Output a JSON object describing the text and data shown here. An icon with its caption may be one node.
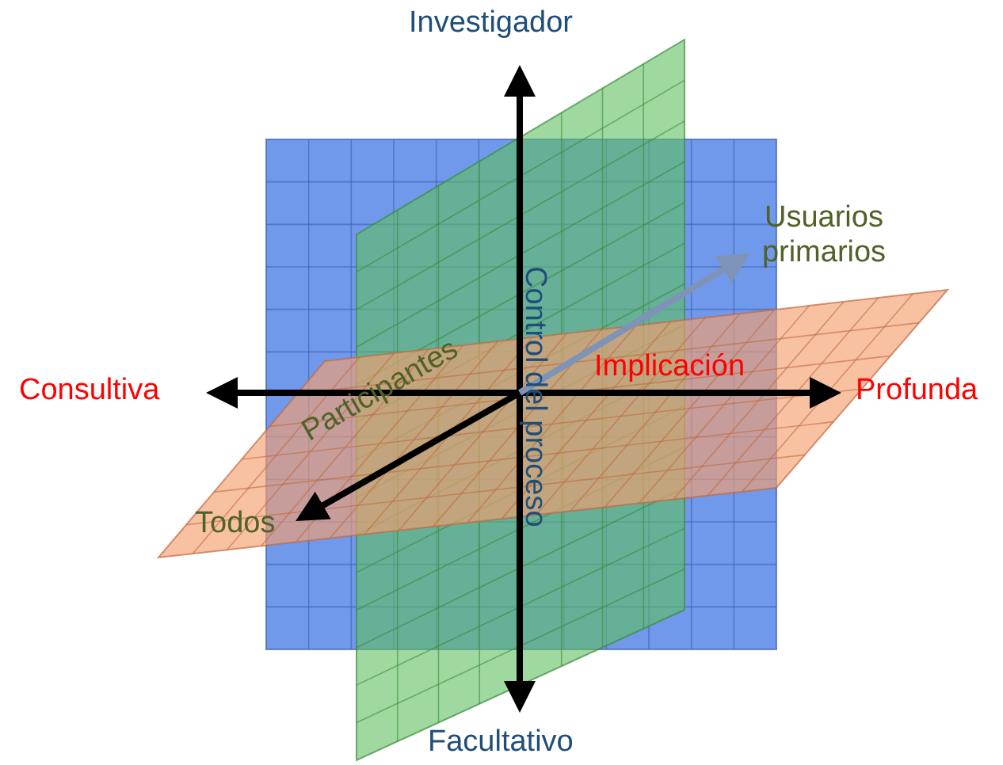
{
  "diagram": {
    "labels": [
      "Investigador",
      "Usuarios primarios",
      "Control del proceso",
      "Participantes",
      "Implicación",
      "Consultiva",
      "Profunda",
      "Todos",
      "Facultativo"
    ]
  }
}
